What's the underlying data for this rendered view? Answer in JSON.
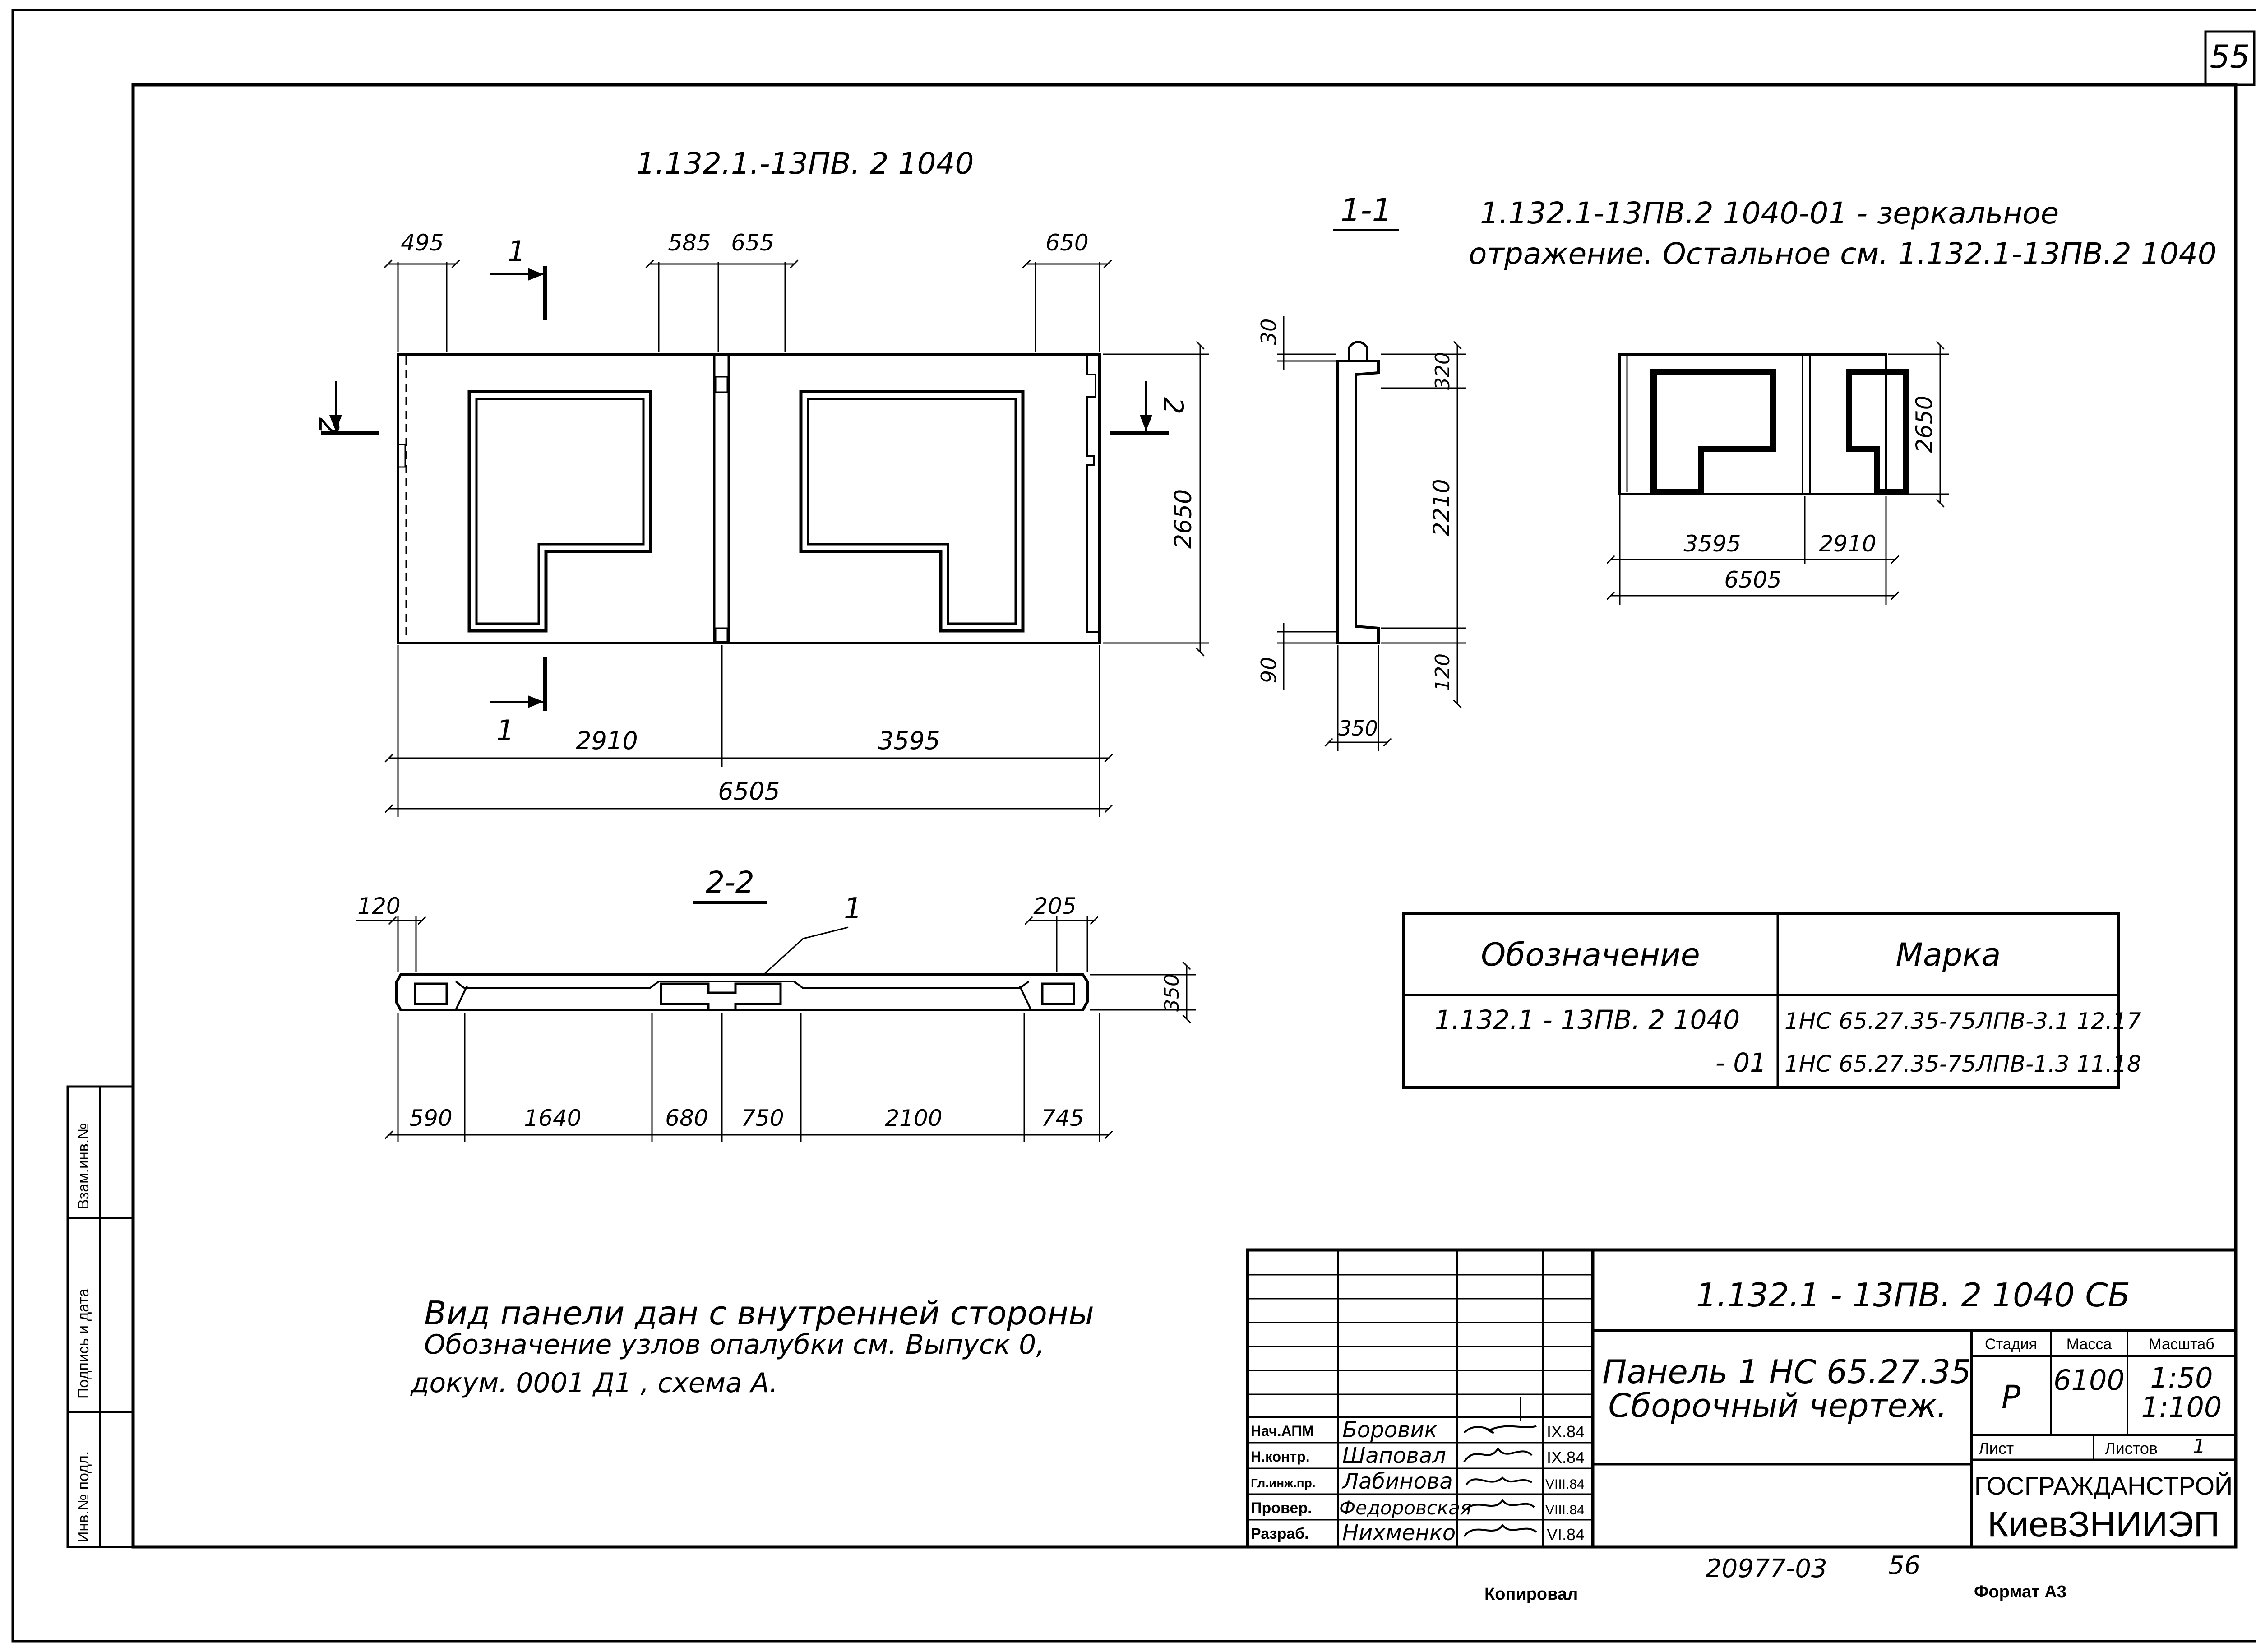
{
  "sheet": {
    "page_number": "55",
    "bottom_code": "20977-03",
    "bottom_page": "56",
    "copied_label": "Копировал",
    "format_label": "Формат А3"
  },
  "side_stamp": {
    "inv_orig": "Инв.№ подл.",
    "sign_date": "Подпись и дата",
    "inv_repl": "Взам.инв.№"
  },
  "main_view": {
    "title": "1.132.1.-13ПВ. 2   1040",
    "top_dims": [
      "495",
      "585",
      "655",
      "650"
    ],
    "bottom_dims": [
      "2910",
      "3595"
    ],
    "total_dim": "6505",
    "height_dim": "2650",
    "cut1_label": "1",
    "cut2_label": "2"
  },
  "section_1_1": {
    "label": "1-1",
    "dims_left": [
      "30",
      "90"
    ],
    "dims_right": [
      "320",
      "2210",
      "120"
    ],
    "width_dim": "350"
  },
  "note_mirror": {
    "line1": "1.132.1-13ПВ.2 1040-01   -  зеркальное",
    "line2": "отражение. Остальное см. 1.132.1-13ПВ.2 1040"
  },
  "mirror_view": {
    "height_dim": "2650",
    "dims": [
      "3595",
      "2910"
    ],
    "total_dim": "6505"
  },
  "section_2_2": {
    "label": "2-2",
    "callout": "1",
    "top_dims": [
      "120",
      "205"
    ],
    "height_dim": "350",
    "bottom_dims": [
      "590",
      "1640",
      "680",
      "750",
      "2100",
      "745"
    ]
  },
  "marks_table": {
    "headers": [
      "Обозначение",
      "Марка"
    ],
    "rows": [
      {
        "designation": "1.132.1 - 13ПВ. 2   1040",
        "mark": "1НС 65.27.35-75ЛПВ-3.1  12.17"
      },
      {
        "designation": "- 01",
        "mark": "1НС 65.27.35-75ЛПВ-1.3  11.18"
      }
    ]
  },
  "notes": {
    "line1": "Вид  панели  дан  с внутренней  стороны",
    "line2": "Обозначение  узлов  опалубки  см.  Выпуск 0,",
    "line3": "докум. 0001 Д1  ,  схема  А."
  },
  "title_block": {
    "doc_code": "1.132.1 - 13ПВ.  2   1040 СБ",
    "name_line1": "Панель  1 НС 65.27.35",
    "name_line2": "Сборочный  чертеж.",
    "col_stage": "Стадия",
    "col_mass": "Масса",
    "col_scale": "Масштаб",
    "stage": "Р",
    "mass": "6100",
    "scale1": "1:50",
    "scale2": "1:100",
    "sheet_label": "Лист",
    "sheets_label": "Листов",
    "sheets_value": "1",
    "org1": "ГОСГРАЖДАНСТРОЙ",
    "org2": "КиевЗНИИЭП",
    "people": [
      {
        "role": "Нач.АПМ",
        "name": "Боровик",
        "date": "IX.84"
      },
      {
        "role": "Н.контр.",
        "name": "Шаповал",
        "date": "IX.84"
      },
      {
        "role": "Гл.инж.пр.",
        "name": "Лабинова",
        "date": "VIII.84"
      },
      {
        "role": "Провер.",
        "name": "Федоровская",
        "date": "VIII.84"
      },
      {
        "role": "Разраб.",
        "name": "Нихменко",
        "date": "VI.84"
      }
    ]
  }
}
